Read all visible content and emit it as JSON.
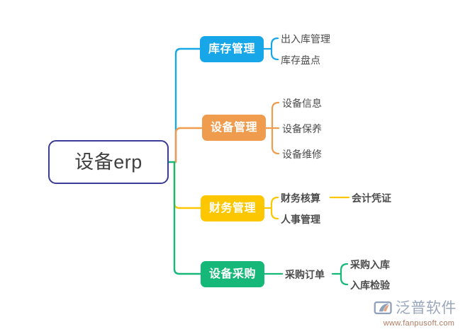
{
  "diagram": {
    "type": "mind-map",
    "background": "#ffffff",
    "root": {
      "label": "设备erp",
      "border_color": "#3b3b98",
      "text_color": "#414141",
      "fill": "#ffffff"
    },
    "branches": [
      {
        "label": "库存管理",
        "color": "#17a7e8",
        "text_color": "#ffffff",
        "children": [
          {
            "label": "出入库管理",
            "children": []
          },
          {
            "label": "库存盘点",
            "children": []
          }
        ]
      },
      {
        "label": "设备管理",
        "color": "#ef9c4e",
        "text_color": "#ffffff",
        "children": [
          {
            "label": "设备信息",
            "children": []
          },
          {
            "label": "设备保养",
            "children": []
          },
          {
            "label": "设备维修",
            "children": []
          }
        ]
      },
      {
        "label": "财务管理",
        "color": "#fdc700",
        "text_color": "#ffffff",
        "children": [
          {
            "label": "财务核算",
            "children": [
              {
                "label": "会计凭证"
              }
            ]
          },
          {
            "label": "人事管理",
            "children": []
          }
        ]
      },
      {
        "label": "设备采购",
        "color": "#15b878",
        "text_color": "#ffffff",
        "children": [
          {
            "label": "采购订单",
            "children": [
              {
                "label": "采购入库"
              },
              {
                "label": "入库检验"
              }
            ]
          }
        ]
      }
    ]
  },
  "watermark": {
    "brand": "泛普软件",
    "url": "www.fanpusoft.com",
    "brand_color": "#9aa7bd",
    "url_color": "#b07a62",
    "mark_color": "#8fa0ba",
    "mark_accent": "#e8a07a"
  }
}
